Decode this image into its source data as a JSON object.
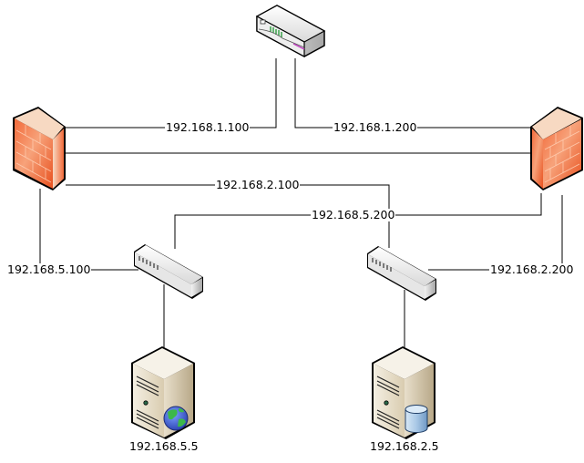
{
  "diagram": {
    "type": "network-topology",
    "nodes": [
      {
        "id": "router",
        "kind": "router-icon"
      },
      {
        "id": "firewall-left",
        "kind": "firewall-icon"
      },
      {
        "id": "firewall-right",
        "kind": "firewall-icon"
      },
      {
        "id": "switch-left",
        "kind": "switch-icon"
      },
      {
        "id": "switch-right",
        "kind": "switch-icon"
      },
      {
        "id": "web-server",
        "kind": "web-server-icon",
        "label": "192.168.5.5"
      },
      {
        "id": "db-server",
        "kind": "database-server-icon",
        "label": "192.168.2.5"
      }
    ],
    "links": [
      {
        "from": "firewall-left",
        "to": "router",
        "label": "192.168.1.100"
      },
      {
        "from": "router",
        "to": "firewall-right",
        "label": "192.168.1.200"
      },
      {
        "from": "firewall-left",
        "to": "firewall-right",
        "label": ""
      },
      {
        "from": "firewall-left",
        "to": "switch-right",
        "label": "192.168.2.100"
      },
      {
        "from": "firewall-right",
        "to": "switch-left",
        "label": "192.168.5.200"
      },
      {
        "from": "firewall-left",
        "to": "switch-left",
        "label": "192.168.5.100"
      },
      {
        "from": "firewall-right",
        "to": "switch-right",
        "label": "192.168.2.200"
      },
      {
        "from": "switch-left",
        "to": "web-server",
        "label": ""
      },
      {
        "from": "switch-right",
        "to": "db-server",
        "label": ""
      }
    ],
    "labels": {
      "fw_left_router": "192.168.1.100",
      "router_fw_right": "192.168.1.200",
      "fw_left_switch_right": "192.168.2.100",
      "fw_right_switch_left": "192.168.5.200",
      "fw_left_switch_left": "192.168.5.100",
      "fw_right_switch_right": "192.168.2.200",
      "web_server": "192.168.5.5",
      "db_server": "192.168.2.5"
    },
    "colors": {
      "line": "#000000",
      "firewall": "#f26a3a",
      "firewall_highlight": "#f7d9c2",
      "device_light": "#f2f2f2",
      "device_dark": "#a6a6a6",
      "server": "#e9e0cc",
      "globe_land": "#3cb84a",
      "globe_water": "#3a5fd0",
      "db_cylinder": "#a9c8e6",
      "router_led": "#3aa24a",
      "router_accent": "#c040c0"
    }
  }
}
